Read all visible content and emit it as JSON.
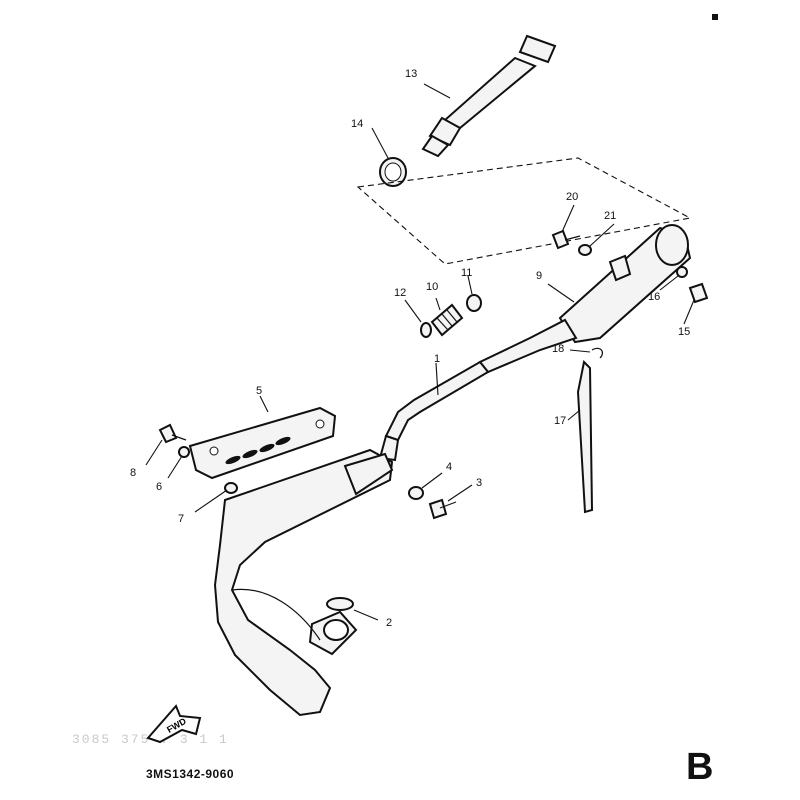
{
  "diagram": {
    "callouts": [
      "1",
      "2",
      "3",
      "4",
      "5",
      "6",
      "7",
      "8",
      "9",
      "10",
      "11",
      "12",
      "13",
      "14",
      "15",
      "16",
      "17",
      "18",
      "20",
      "21"
    ],
    "fwd_label": "FWD",
    "part_code": "3MS1342-9060",
    "section_letter": "B",
    "faded_print": "3085 375 . 3 1 1"
  }
}
